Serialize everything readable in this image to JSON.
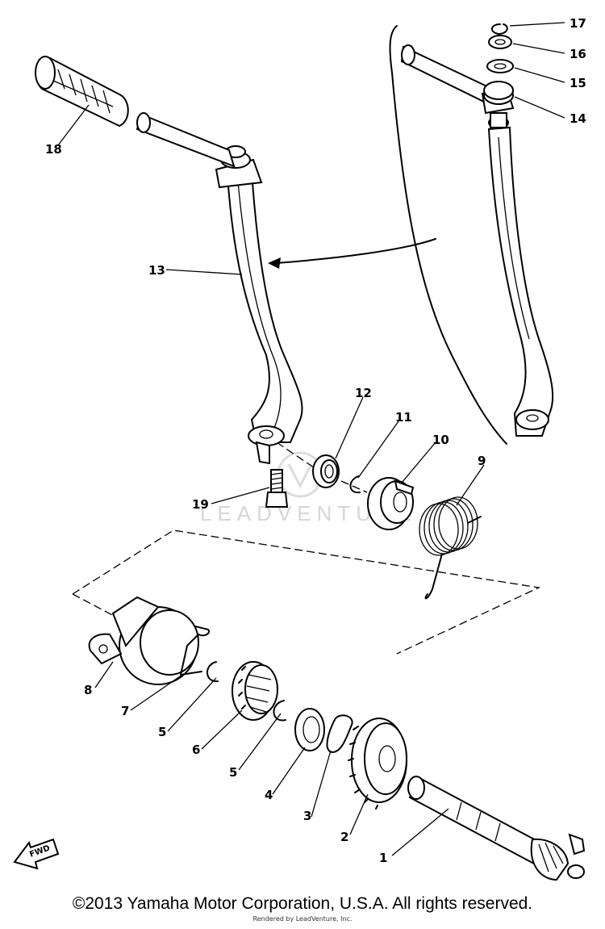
{
  "diagram": {
    "part_labels": [
      "1",
      "2",
      "3",
      "4",
      "5",
      "6",
      "5",
      "7",
      "8",
      "9",
      "10",
      "11",
      "12",
      "13",
      "14",
      "15",
      "16",
      "17",
      "18",
      "19"
    ],
    "watermark": "LEADVENTURE",
    "fwd_label": "FWD"
  },
  "footer": {
    "copyright": "©2013 Yamaha Motor Corporation, U.S.A. All rights reserved.",
    "rendered_by": "Rendered by LeadVenture, Inc."
  }
}
